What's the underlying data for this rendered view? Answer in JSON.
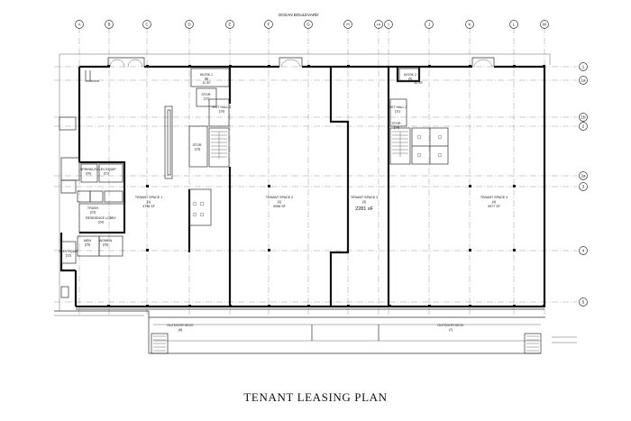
{
  "drawing": {
    "street": "OCEAN BOULEVARD",
    "title": "TENANT LEASING PLAN",
    "grid_columns": [
      "A",
      "B",
      "C",
      "D",
      "E",
      "F",
      "G",
      "H",
      "HI",
      "I",
      "J",
      "K",
      "L",
      "M"
    ],
    "grid_rows": [
      "1",
      "1a",
      "1b",
      "2",
      "2a",
      "3",
      "4",
      "5"
    ]
  },
  "rooms": {
    "kiosk1": {
      "name": "KIOSK 1",
      "num": "(8)",
      "area": "11 SF"
    },
    "kiosk2": {
      "name": "KIOSK 2",
      "num": "(9)",
      "area": "12 SF"
    },
    "stor_a": {
      "name": "STOR.",
      "num": "(12)"
    },
    "stor_b": {
      "name": "STOR.",
      "num": "(13)"
    },
    "stor_c": {
      "name": "STOR.",
      "num": "(14)"
    },
    "exit_hall1": {
      "name": "EXIT HALL 1",
      "num": "(10)"
    },
    "exit_hall2": {
      "name": "EXIT HALL 2",
      "num": "(11)"
    },
    "sprinklr": {
      "name": "SPRINKLR",
      "num": "(20)"
    },
    "elev_equip1": {
      "name": "ELEV EQUIP",
      "num": "(21)"
    },
    "elev_equip2": {
      "name": "ELEV EQUIP",
      "num": "(22)"
    },
    "trash": {
      "name": "TRASH",
      "num": "(23)"
    },
    "residence_lobby": {
      "name": "RESIDENCE LOBBY",
      "num": "(24)"
    },
    "mens": {
      "name": "MEN",
      "num": "(25)"
    },
    "womens": {
      "name": "WOMEN",
      "num": "(26)"
    },
    "tenant1": {
      "name": "TENANT SPACE 1",
      "num": "(1)",
      "area": "4748 SF"
    },
    "tenant2": {
      "name": "TENANT SPACE 2",
      "num": "(2)",
      "area": "5056 SF"
    },
    "tenant3": {
      "name": "TENANT SPACE 3",
      "num": "(3)",
      "area": "2281 sF"
    },
    "tenant4": {
      "name": "TENANT SPACE 4",
      "num": "(4)",
      "area": "5977 SF"
    },
    "outdoor1": {
      "name": "OUTDOOR DECK",
      "num": "(6)"
    },
    "outdoor2": {
      "name": "OUTDOOR DECK",
      "num": "(7)"
    }
  }
}
